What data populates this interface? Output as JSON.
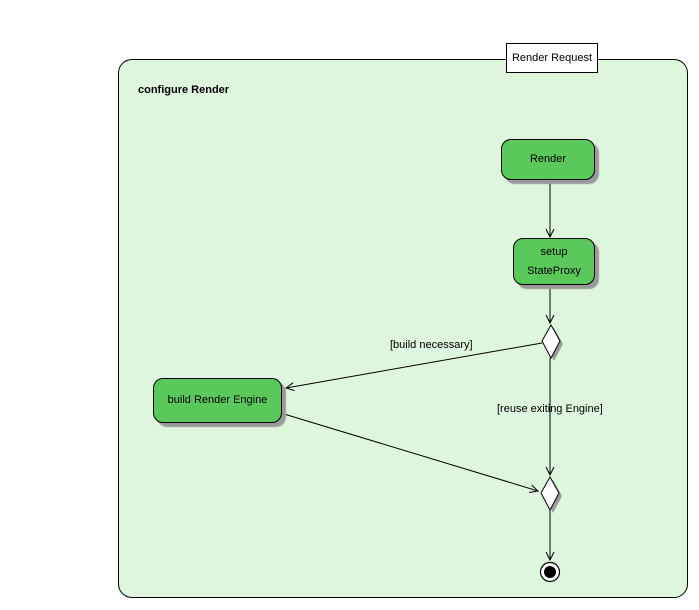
{
  "colors": {
    "canvas_bg": "#ffffff",
    "frame_fill": "#def6de",
    "frame_border": "#000000",
    "action_fill": "#5bc85b",
    "action_border": "#000000",
    "shadow": "#9a9a9a",
    "text": "#000000"
  },
  "frame": {
    "title": "configure Render"
  },
  "request_box": {
    "label": "Render Request"
  },
  "nodes": {
    "render": {
      "label": "Render"
    },
    "setup_state_proxy": {
      "label": "setup\nStateProxy"
    },
    "build_render_engine": {
      "label": "build Render Engine"
    }
  },
  "edges": {
    "build_necessary": {
      "label": "[build necessary]"
    },
    "reuse_existing": {
      "label": "[reuse exiting Engine]"
    }
  }
}
